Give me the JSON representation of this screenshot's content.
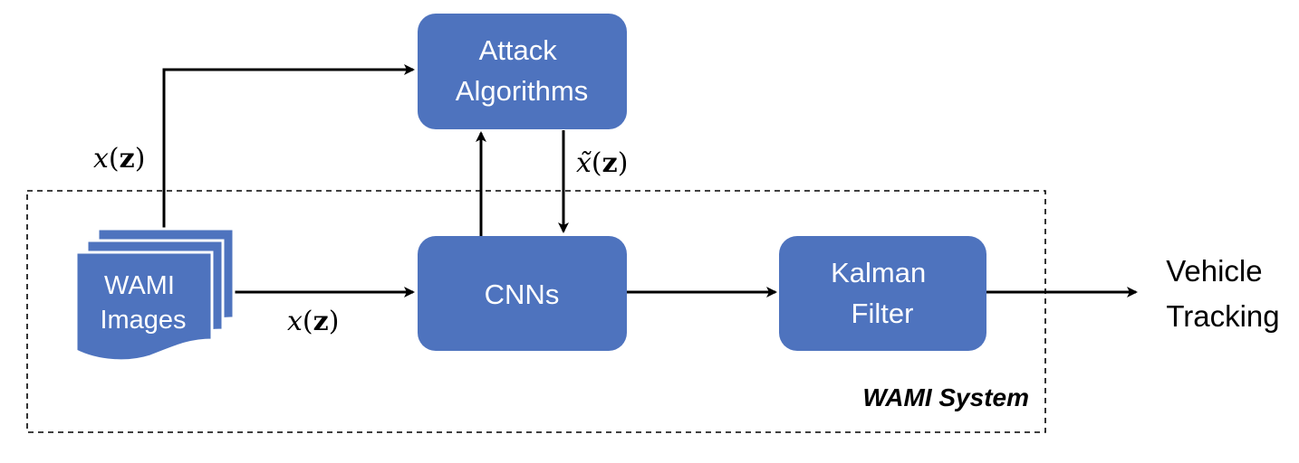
{
  "colors": {
    "box_fill": "#4e73be",
    "box_text": "#ffffff",
    "line": "#000000"
  },
  "nodes": {
    "attack": {
      "line1": "Attack",
      "line2": "Algorithms"
    },
    "cnns": {
      "label": "CNNs"
    },
    "kalman": {
      "line1": "Kalman",
      "line2": "Filter"
    },
    "wami_images": {
      "line1": "WAMI",
      "line2": "Images",
      "icon": "document-stack-icon"
    }
  },
  "edges": {
    "images_to_attack": {
      "fn": "x",
      "arg": "z"
    },
    "images_to_cnns": {
      "fn": "x",
      "arg": "z"
    },
    "attack_to_cnns": {
      "fn": "x̃",
      "arg": "z"
    }
  },
  "output": {
    "line1": "Vehicle",
    "line2": "Tracking"
  },
  "system": {
    "label": "WAMI System"
  }
}
